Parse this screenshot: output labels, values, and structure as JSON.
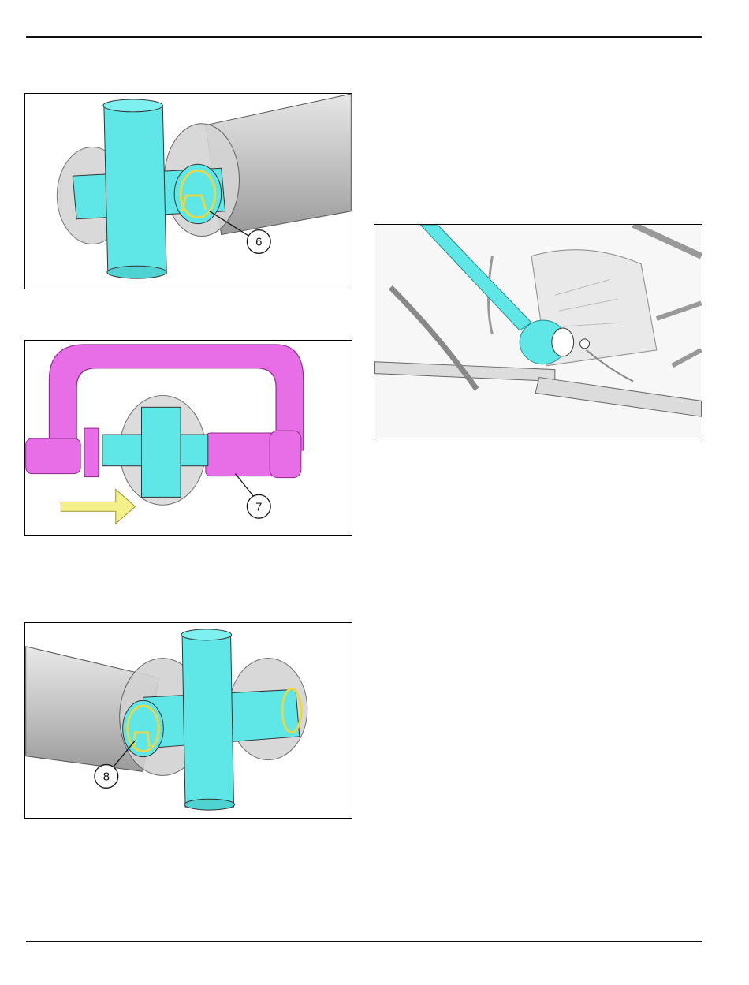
{
  "figures": [
    {
      "id": "fig-retaining-ring-removal",
      "callout": "6"
    },
    {
      "id": "fig-press-bearing-cap",
      "callout": "7"
    },
    {
      "id": "fig-retaining-ring-install",
      "callout": "8"
    },
    {
      "id": "fig-vehicle-driveshaft-location"
    }
  ],
  "colors": {
    "part_cyan": "#5fe6e6",
    "tool_magenta": "#e86ee8",
    "arrow_yellow": "#f4f08a",
    "ring_yellow": "#e6d84a",
    "shaft_gray": "#c9c9c9"
  }
}
